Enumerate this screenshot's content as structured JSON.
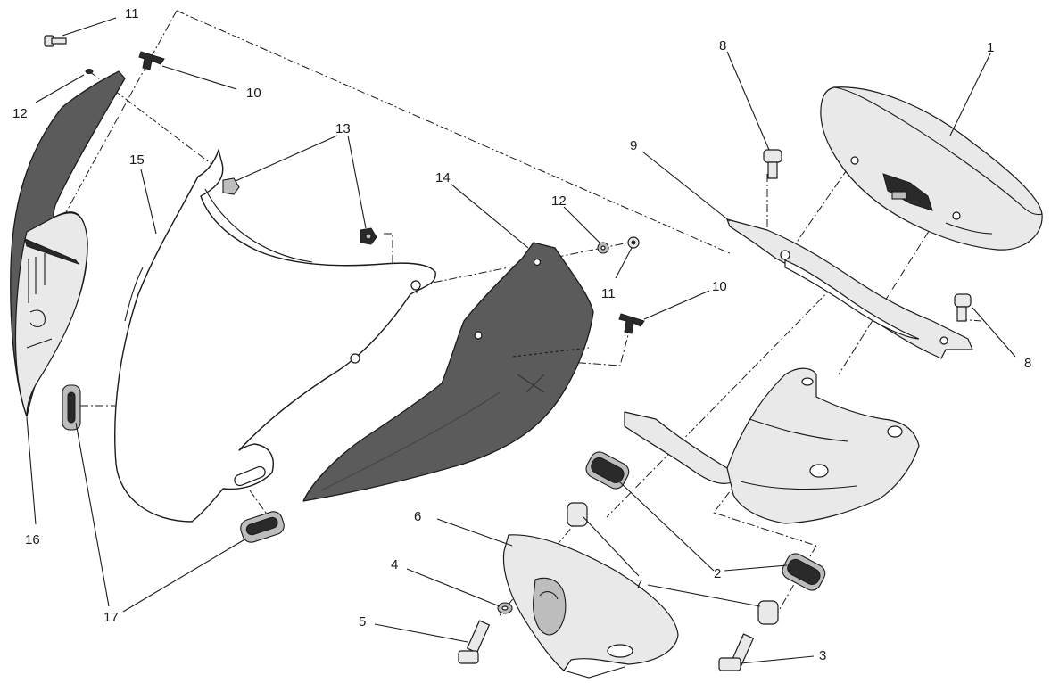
{
  "callouts": [
    {
      "id": "c11a",
      "text": "11"
    },
    {
      "id": "c12a",
      "text": "12"
    },
    {
      "id": "c10a",
      "text": "10"
    },
    {
      "id": "c13",
      "text": "13"
    },
    {
      "id": "c15",
      "text": "15"
    },
    {
      "id": "c14",
      "text": "14"
    },
    {
      "id": "c12b",
      "text": "12"
    },
    {
      "id": "c11b",
      "text": "11"
    },
    {
      "id": "c9",
      "text": "9"
    },
    {
      "id": "c8a",
      "text": "8"
    },
    {
      "id": "c1",
      "text": "1"
    },
    {
      "id": "c10b",
      "text": "10"
    },
    {
      "id": "c8b",
      "text": "8"
    },
    {
      "id": "c16",
      "text": "16"
    },
    {
      "id": "c17",
      "text": "17"
    },
    {
      "id": "c6",
      "text": "6"
    },
    {
      "id": "c4",
      "text": "4"
    },
    {
      "id": "c5",
      "text": "5"
    },
    {
      "id": "c2",
      "text": "2"
    },
    {
      "id": "c7",
      "text": "7"
    },
    {
      "id": "c3",
      "text": "3"
    }
  ]
}
